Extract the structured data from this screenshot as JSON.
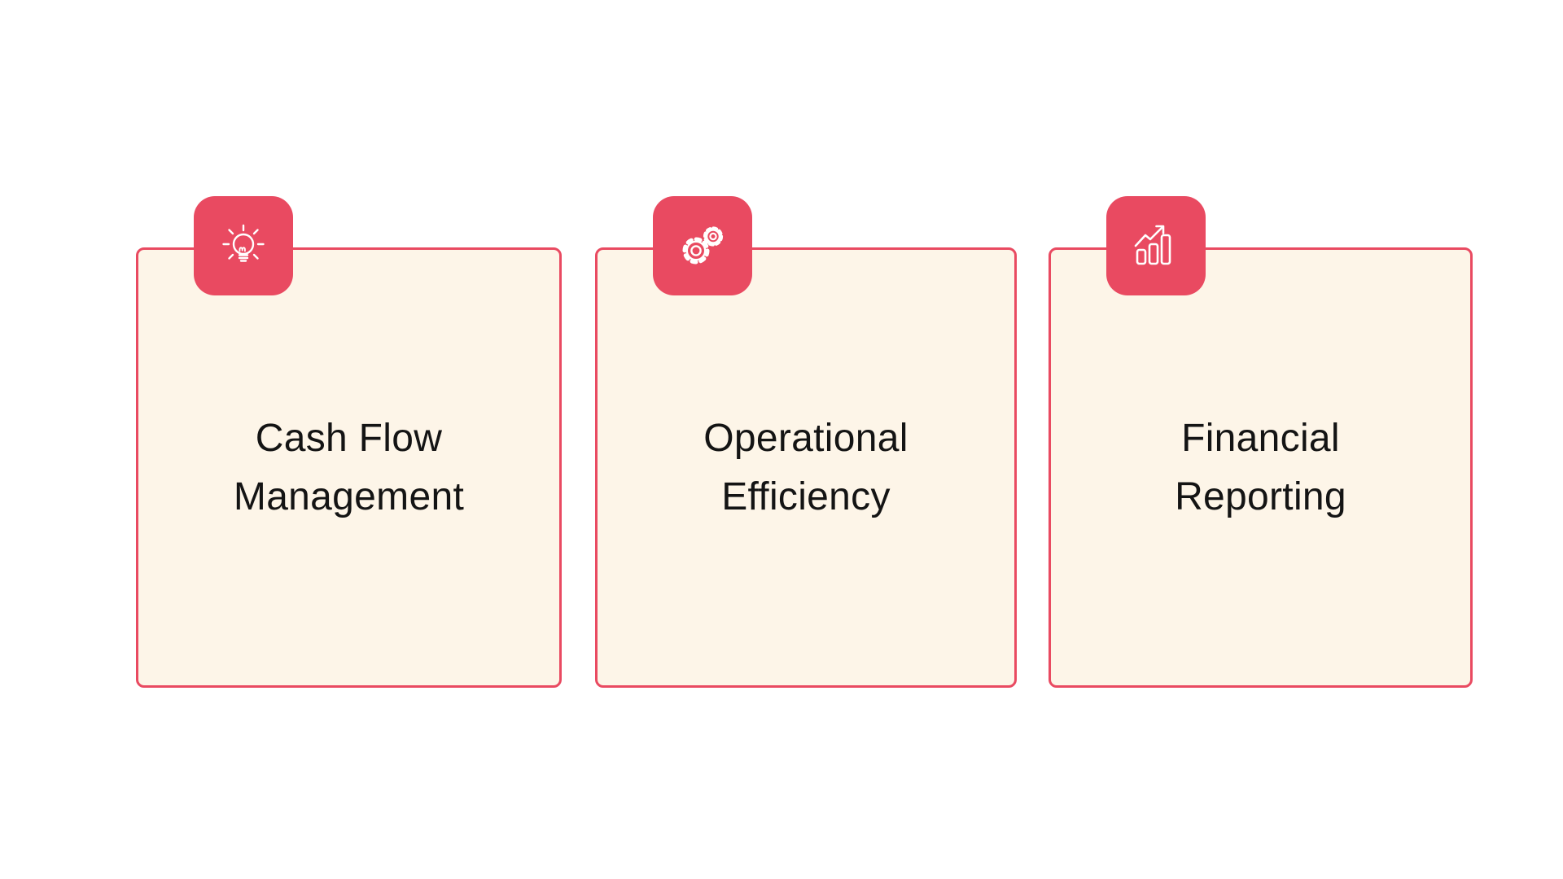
{
  "theme": {
    "accent": "#E94A61",
    "card_background": "#FDF5E8",
    "text_color": "#141414",
    "page_background": "#FFFFFF",
    "icon_color": "#FFFFFF"
  },
  "cards": [
    {
      "id": "cash-flow-management",
      "icon": "lightbulb-icon",
      "title_line1": "Cash Flow",
      "title_line2": "Management"
    },
    {
      "id": "operational-efficiency",
      "icon": "gears-icon",
      "title_line1": "Operational",
      "title_line2": "Efficiency"
    },
    {
      "id": "financial-reporting",
      "icon": "bar-chart-icon",
      "title_line1": "Financial",
      "title_line2": "Reporting"
    }
  ]
}
